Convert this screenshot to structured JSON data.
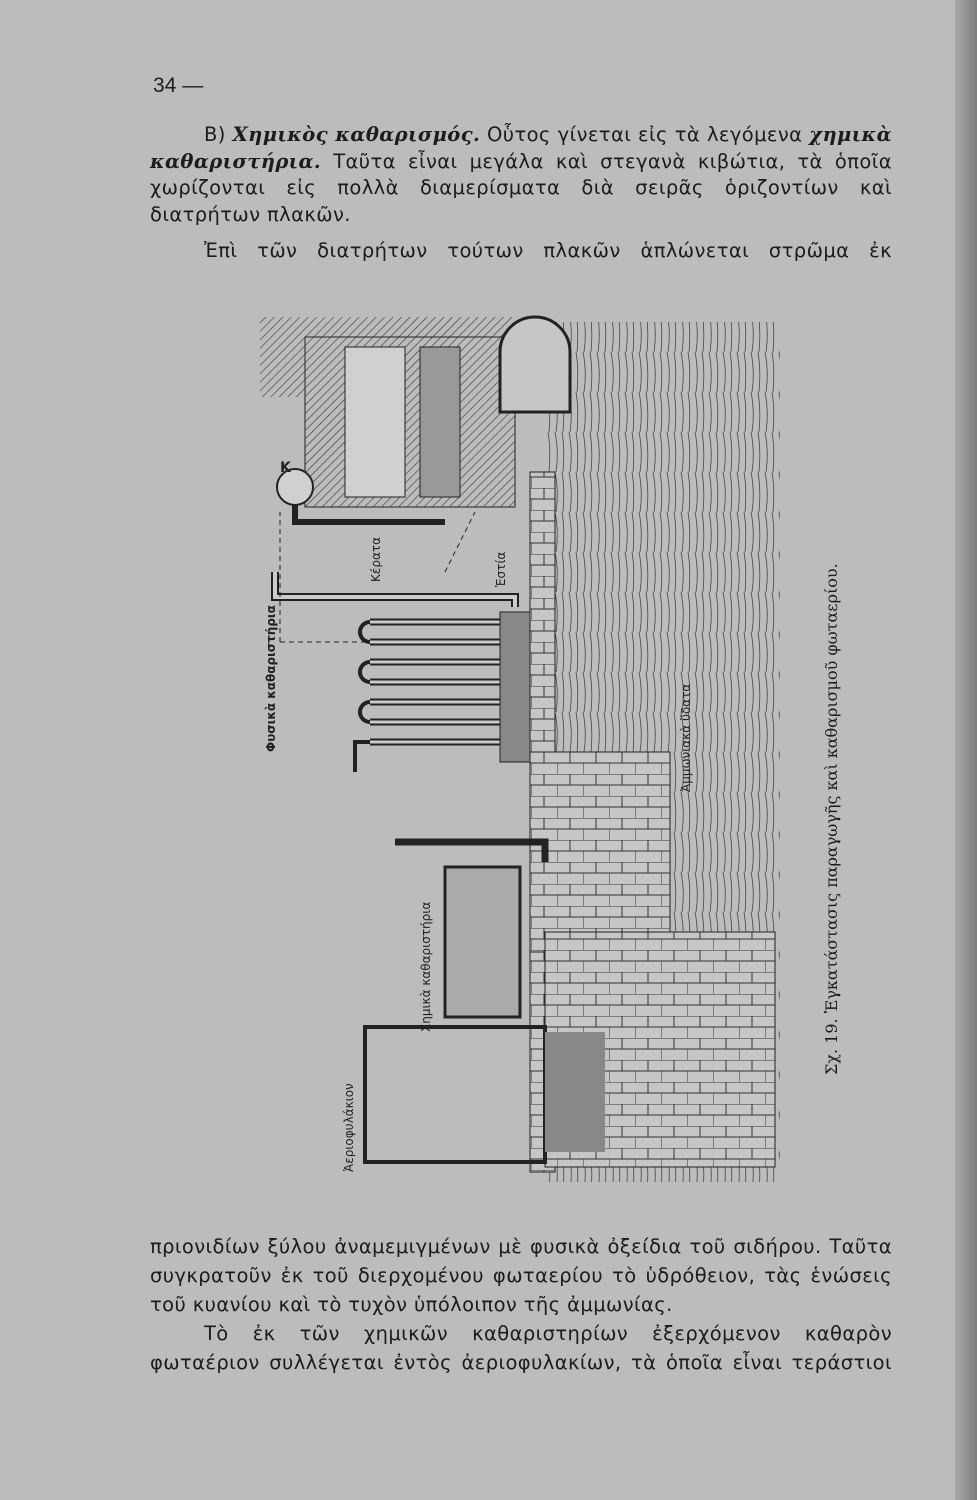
{
  "page_number": "34 —",
  "section": {
    "label": "Β)",
    "title_italic": "Χημικὸς καθαρισμός.",
    "p1_after_title": " Οὗτος γίνεται εἰς τὰ λεγόμενα ",
    "p1_italic_term": "χημικὰ καθαριστήρια.",
    "p1_rest": " Ταῦτα εἶναι μεγάλα καὶ στεγανὰ κιβώτια, τὰ ὁποῖα χωρίζονται εἰς πολλὰ διαμερίσματα διὰ σειρᾶς ὁριζοντίων καὶ διατρήτων πλακῶν.",
    "p2_start": "Ἐπὶ τῶν διατρήτων τούτων πλακῶν ἁπλώνεται στρῶμα ἐκ"
  },
  "figure": {
    "labels": {
      "k": "Κ",
      "physical_purifiers": "Φυσικὰ καθαριστήρια",
      "horns": "Κέρατα",
      "hearth": "Ἑστία",
      "ammonia_water": "Ἀμμωνιακὰ ὕδατα",
      "chemical_purifiers": "Χημικὰ καθαριστήρια",
      "gasholder": "Ἀεριοφυλάκιον"
    },
    "caption": "Σχ. 19. Ἐγκατάστασις παραγωγῆς καὶ καθαρισμοῦ φωταερίου."
  },
  "continuation": {
    "p2_rest": "πριονιδίων ξύλου ἀναμεμιγμένων μὲ φυσικὰ ὀξείδια τοῦ σιδήρου. Ταῦτα συγκρατοῦν ἐκ τοῦ διερχομένου φωταερίου τὸ ὑδρόθειον, τὰς ἑνώσεις τοῦ κυανίου καὶ τὸ τυχὸν ὑπόλοιπον τῆς ἀμμωνίας.",
    "p3": "Τὸ ἐκ τῶν χημικῶν καθαριστηρίων ἐξερχόμενον καθαρὸν φωταέριον συλλέγεται ἐντὸς ἀεριοφυλακίων, τὰ ὁποῖα εἶναι τεράστιοι"
  }
}
